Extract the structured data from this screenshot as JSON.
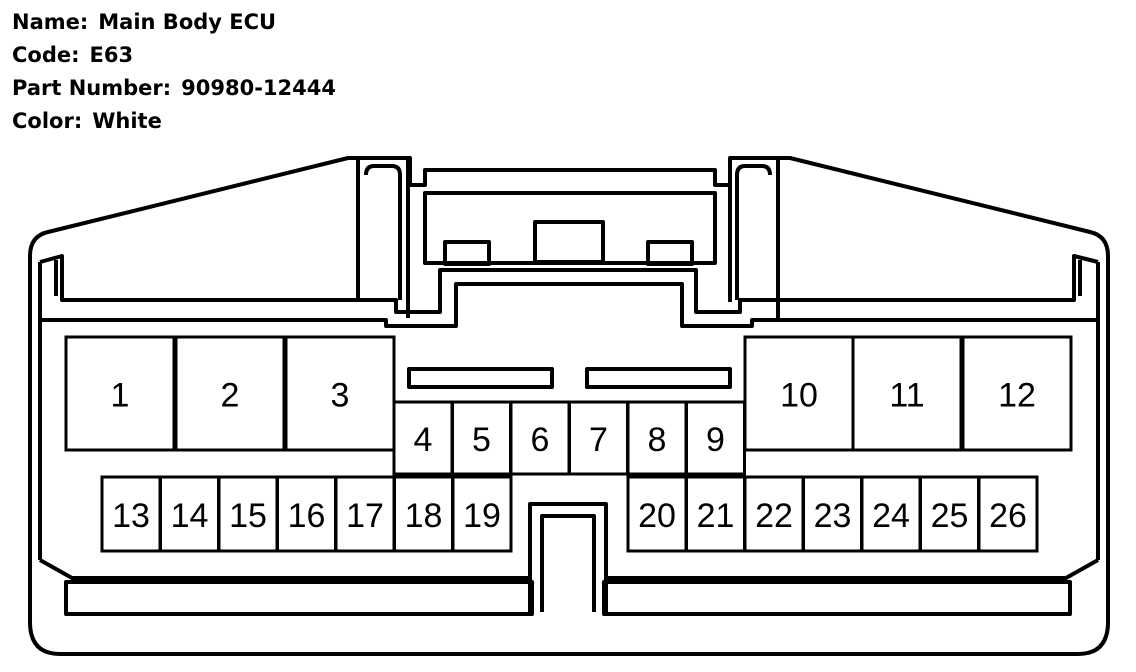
{
  "header": {
    "name": {
      "label": "Name:",
      "value": "Main Body ECU"
    },
    "code": {
      "label": "Code:",
      "value": "E63"
    },
    "part_number": {
      "label": "Part Number:",
      "value": "90980-12444"
    },
    "color": {
      "label": "Color:",
      "value": "White"
    }
  },
  "connector": {
    "pins_large": [
      "1",
      "2",
      "3",
      "10",
      "11",
      "12"
    ],
    "pins_upper": [
      "4",
      "5",
      "6",
      "7",
      "8",
      "9"
    ],
    "pins_lower_left": [
      "13",
      "14",
      "15",
      "16",
      "17",
      "18",
      "19"
    ],
    "pins_lower_right": [
      "20",
      "21",
      "22",
      "23",
      "24",
      "25",
      "26"
    ]
  },
  "colors": {
    "line": "#000000",
    "background": "#ffffff"
  }
}
